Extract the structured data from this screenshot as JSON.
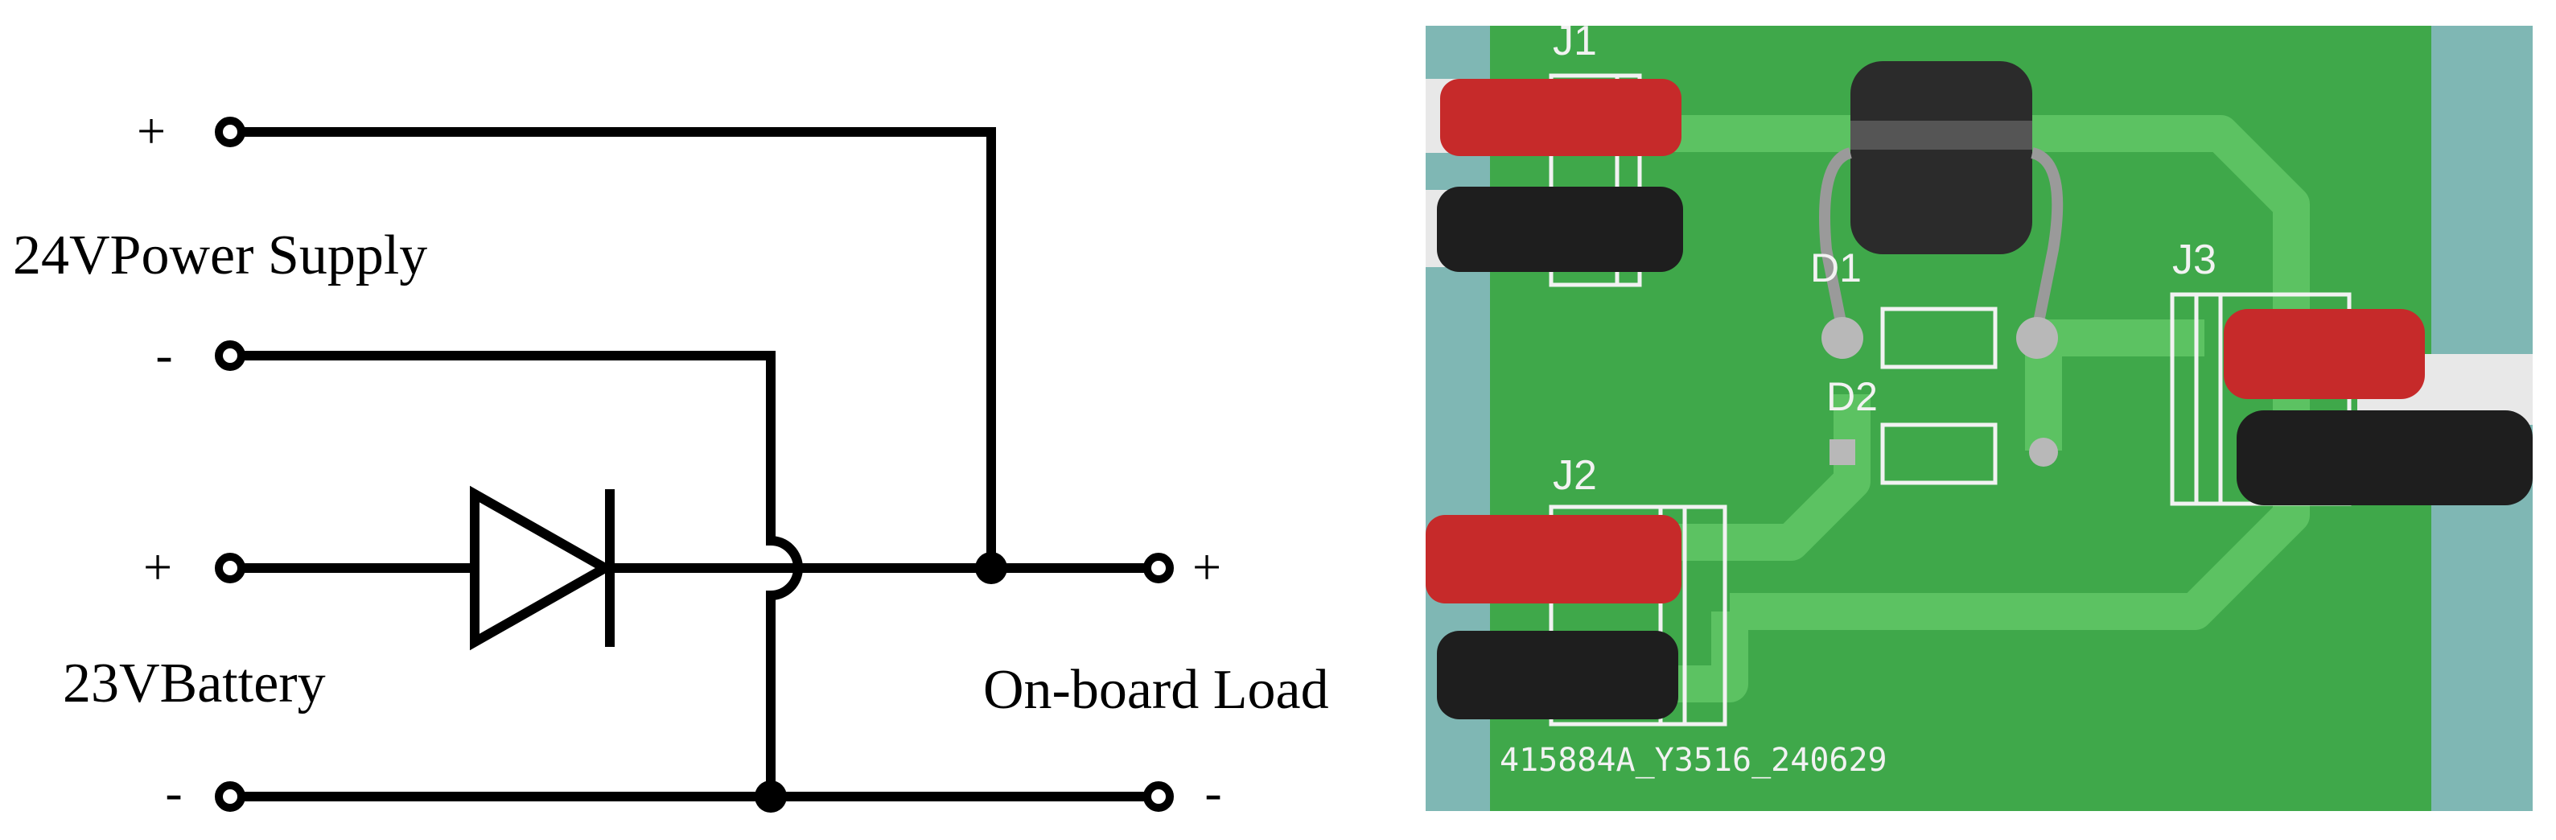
{
  "schematic": {
    "supply_label": "24VPower Supply",
    "battery_label": "23VBattery",
    "load_label": "On-board Load",
    "plus_sign": "+",
    "minus_sign": "-"
  },
  "pcb_photo": {
    "connector_j1": "J1",
    "connector_j2": "J2",
    "connector_j3": "J3",
    "diode_d1": "D1",
    "diode_d2": "D2",
    "board_code": "415884A_Y3516_240629"
  },
  "colors": {
    "wire": "#000000",
    "pcb_green": "#3fa84a",
    "trace_green": "#5cc262",
    "background_teal": "#7fb7b4",
    "wire_red": "#c62a2a",
    "wire_black": "#1e1e1e"
  }
}
